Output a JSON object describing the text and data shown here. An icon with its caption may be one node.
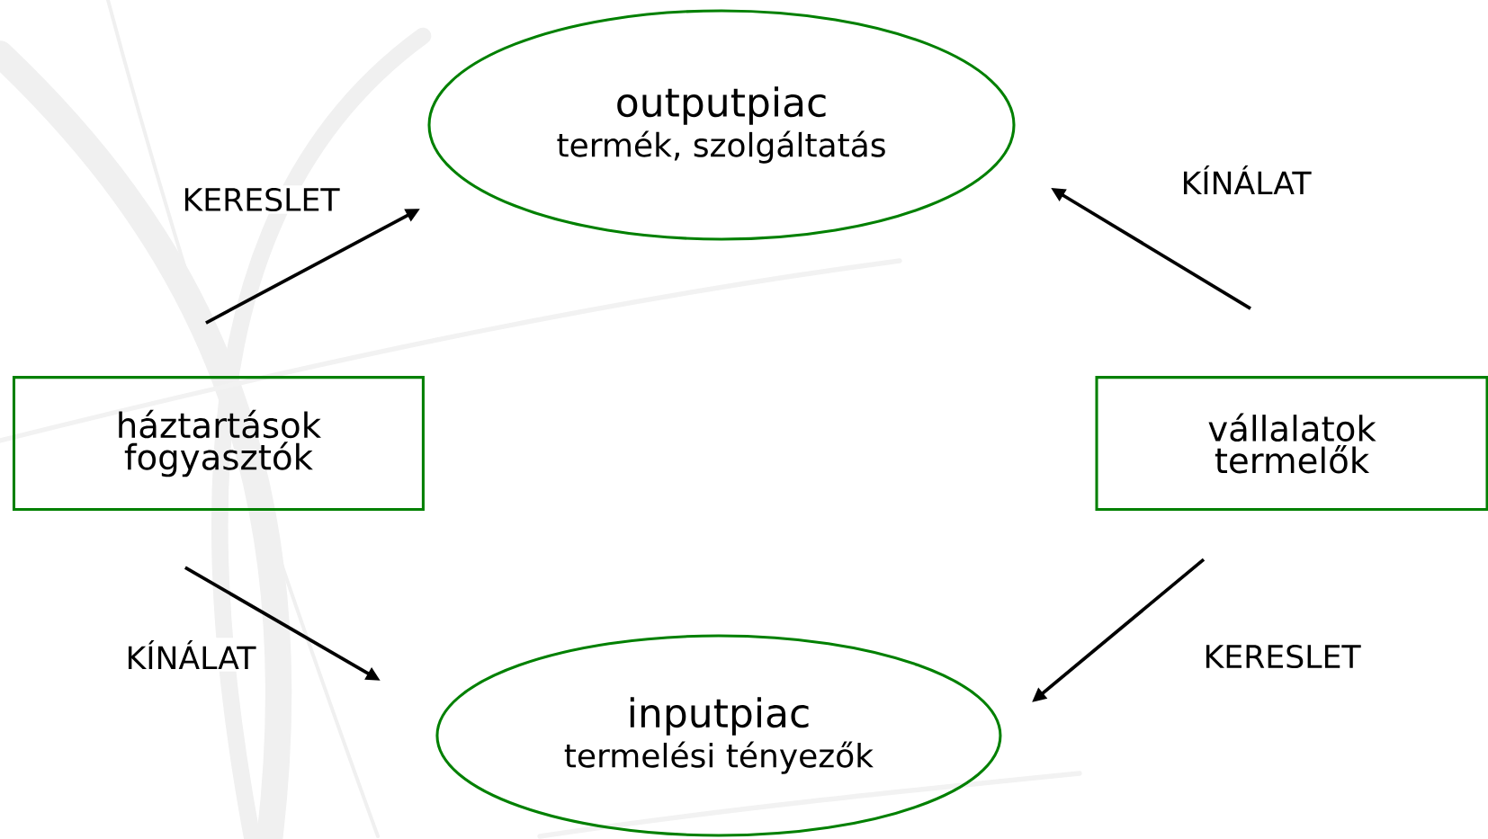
{
  "diagram": {
    "nodes": [
      {
        "text": [
          "outputpiac",
          "termék, szolgáltatás"
        ]
      },
      {
        "text": [
          "inputpiac",
          "termelési tényezők"
        ]
      },
      {
        "text": [
          "háztartások",
          "fogyasztók"
        ]
      },
      {
        "text": [
          "vállalatok",
          "termelők"
        ]
      }
    ],
    "edges": [
      {
        "from": 2,
        "to": 0,
        "arrow": "to",
        "label": "KERESLET"
      },
      {
        "from": 3,
        "to": 0,
        "arrow": "to",
        "label": "KÍNÁLAT"
      },
      {
        "from": 2,
        "to": 1,
        "arrow": "to",
        "label": "KÍNÁLAT"
      },
      {
        "from": 3,
        "to": 1,
        "arrow": "to",
        "label": "KERESLET"
      }
    ]
  }
}
